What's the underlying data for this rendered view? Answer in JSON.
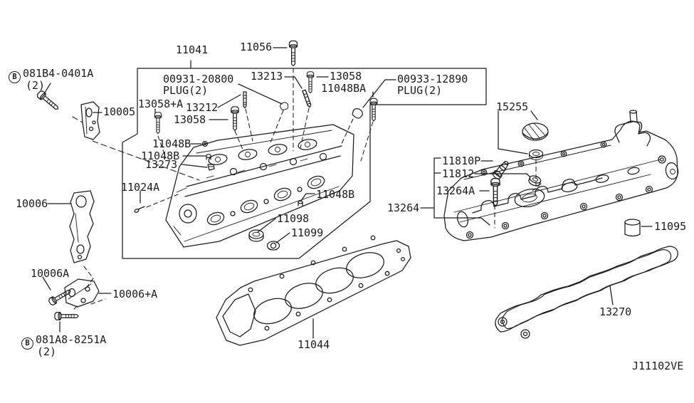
{
  "diagram": {
    "drawing_code": "J11102VE",
    "colors": {
      "line": "#1c1c1c",
      "background": "#ffffff"
    },
    "labels": {
      "prefix_b": "B",
      "bolt_081b4": "081B4-0401A",
      "bolt_081b4_qty": "(2)",
      "p10005": "10005",
      "p11041": "11041",
      "p11056": "11056",
      "plug_00931": "00931-20800",
      "plug_00931_note": "PLUG(2)",
      "p13213": "13213",
      "p13058_top": "13058",
      "p11048ba": "11048BA",
      "plug_00933": "00933-12890",
      "plug_00933_note": "PLUG(2)",
      "p13058_plus_a": "13058+A",
      "p13212": "13212",
      "p13058_left": "13058",
      "p11048b_upper": "11048B",
      "p11048b_mid": "11048B",
      "p13273": "13273",
      "p11024a": "11024A",
      "p11048b_lower": "11048B",
      "p11098": "11098",
      "p11099": "11099",
      "p15255": "15255",
      "p11810p": "11810P",
      "p11812": "11812",
      "p13264a": "13264A",
      "p13264": "13264",
      "p11095": "11095",
      "p10006": "10006",
      "p10006a": "10006A",
      "p10006_plus_a": "10006+A",
      "bolt_081a8": "081A8-8251A",
      "bolt_081a8_qty": "(2)",
      "p11044": "11044",
      "p13270": "13270"
    }
  }
}
